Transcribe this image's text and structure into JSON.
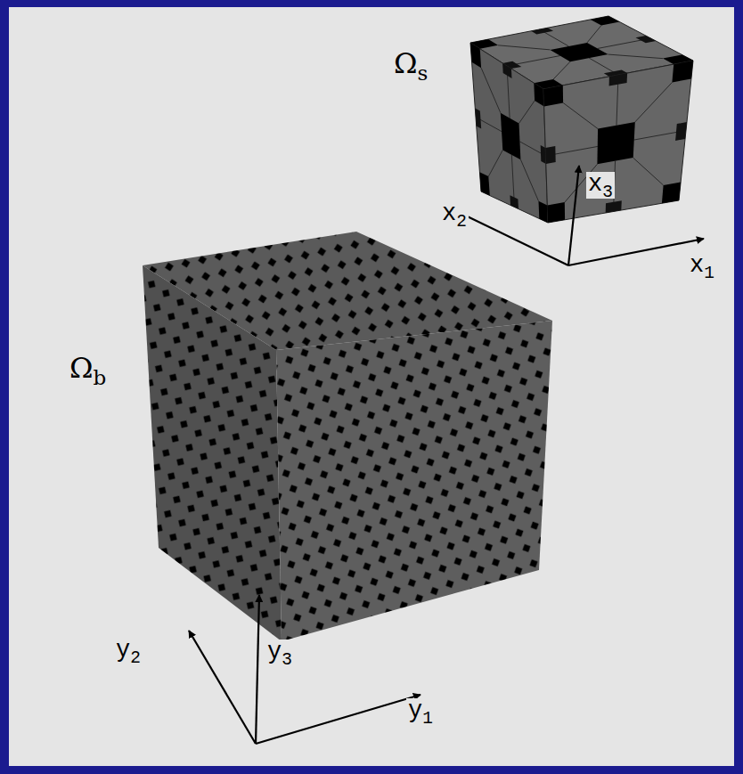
{
  "diagram": {
    "labels": [
      "Ωs",
      "x2",
      "x3",
      "x1",
      "Ωb",
      "y2",
      "y3",
      "y1"
    ]
  }
}
